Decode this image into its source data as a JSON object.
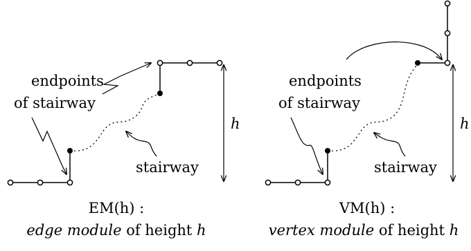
{
  "left_panel": {
    "endpoints_label_line1": "endpoints",
    "endpoints_label_line2": "of stairway",
    "stairway_label": "stairway",
    "height_label": "h",
    "caption_line1": "EM(h) :",
    "caption_line2_italic": "edge module",
    "caption_line2_rest": " of height ",
    "caption_line2_var": "h"
  },
  "right_panel": {
    "endpoints_label_line1": "endpoints",
    "endpoints_label_line2": "of stairway",
    "stairway_label": "stairway",
    "height_label": "h",
    "caption_line1": "VM(h) :",
    "caption_line2_italic": "vertex module",
    "caption_line2_rest": " of height ",
    "caption_line2_var": "h"
  },
  "colors": {
    "ink": "#000000",
    "background": "#ffffff"
  }
}
